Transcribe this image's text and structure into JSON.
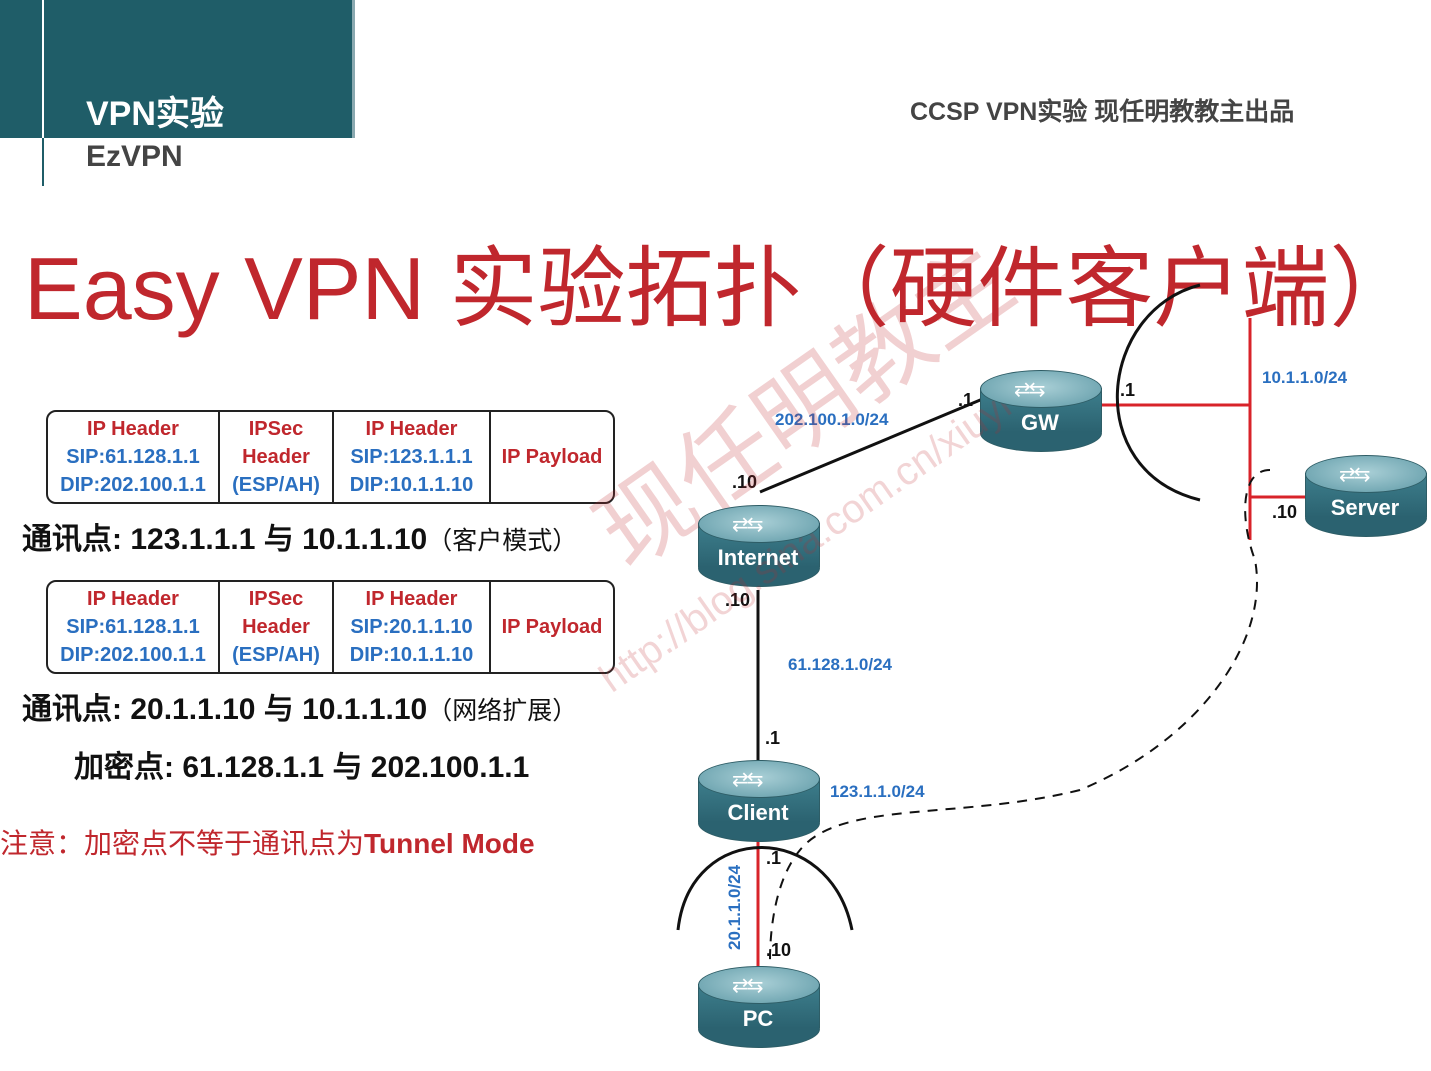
{
  "header": {
    "title": "VPN实验",
    "subtitle": "EzVPN",
    "brand": "CCSP VPN实验  现任明教教主出品"
  },
  "heading": "Easy VPN 实验拓扑（硬件客户端）",
  "packet1": {
    "ip_header_title": "IP Header",
    "sip": "SIP:61.128.1.1",
    "dip": "DIP:202.100.1.1",
    "ipsec_title": "IPSec",
    "ipsec_header": "Header",
    "ipsec_type": "(ESP/AH)",
    "inner_title": "IP Header",
    "inner_sip": "SIP:123.1.1.1",
    "inner_dip": "DIP:10.1.1.10",
    "payload": "IP Payload"
  },
  "note1": {
    "text": "通讯点: 123.1.1.1 与 10.1.1.10",
    "suffix": "（客户模式）"
  },
  "packet2": {
    "ip_header_title": "IP Header",
    "sip": "SIP:61.128.1.1",
    "dip": "DIP:202.100.1.1",
    "ipsec_title": "IPSec",
    "ipsec_header": "Header",
    "ipsec_type": "(ESP/AH)",
    "inner_title": "IP Header",
    "inner_sip": "SIP:20.1.1.10",
    "inner_dip": "DIP:10.1.1.10",
    "payload": "IP Payload"
  },
  "note2": {
    "text": "通讯点: 20.1.1.10 与 10.1.1.10",
    "suffix": "（网络扩展）"
  },
  "note3": {
    "text": "加密点: 61.128.1.1 与 202.100.1.1"
  },
  "warning": {
    "prefix": "注意：加密点不等于通讯点为",
    "suffix": "Tunnel Mode"
  },
  "topology": {
    "routers": {
      "gw": "GW",
      "internet": "Internet",
      "server": "Server",
      "client": "Client",
      "pc": "PC"
    },
    "nets": {
      "gw_internet": "202.100.1.0/24",
      "gw_lan": "10.1.1.0/24",
      "internet_client": "61.128.1.0/24",
      "client_loop": "123.1.1.0/24",
      "client_pc": "20.1.1.0/24"
    },
    "hosts": {
      "gw_wan": ".1",
      "gw_lan": ".1",
      "internet_up": ".10",
      "internet_down": ".10",
      "client_wan": ".1",
      "client_lan": ".1",
      "pc": ".10",
      "server": ".10"
    }
  },
  "watermark": {
    "text": "现任明教主",
    "url": "http://blog.sina.com.cn/xiuyi"
  },
  "colors": {
    "accent_red": "#c0272d",
    "teal": "#1f5d68",
    "link_blue": "#2a6fc0"
  }
}
